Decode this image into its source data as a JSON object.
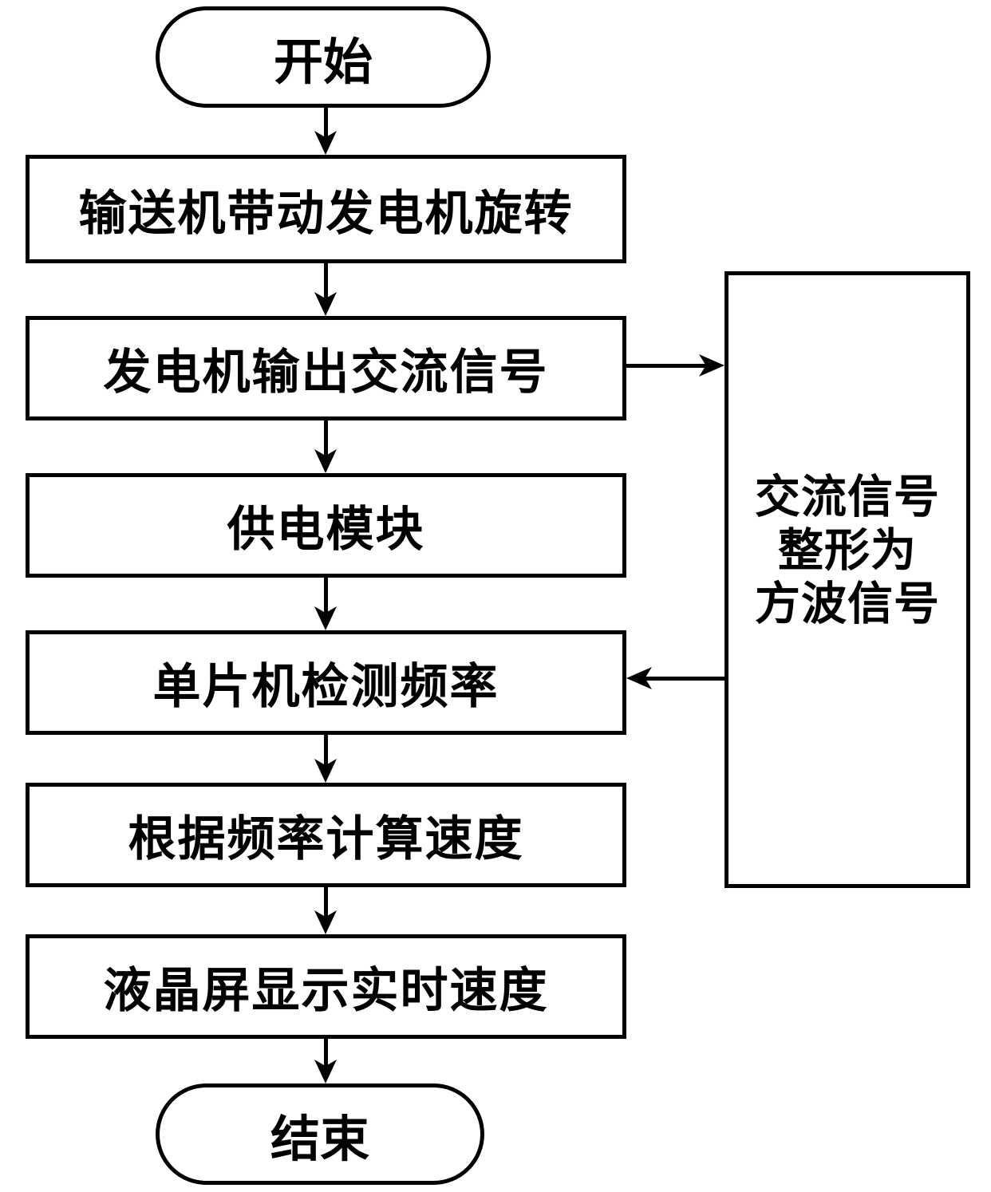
{
  "diagram": {
    "type": "flowchart",
    "colors": {
      "line": "#000000",
      "node_fill": "#ffffff",
      "background": "#ffffff",
      "text": "#000000"
    },
    "nodes": {
      "start": {
        "shape": "terminator",
        "label": "开始"
      },
      "step1": {
        "shape": "process",
        "label": "输送机带动发电机旋转"
      },
      "step2": {
        "shape": "process",
        "label": "发电机输出交流信号"
      },
      "step3": {
        "shape": "process",
        "label": "供电模块"
      },
      "step4": {
        "shape": "process",
        "label": "单片机检测频率"
      },
      "step5": {
        "shape": "process",
        "label": "根据频率计算速度"
      },
      "step6": {
        "shape": "process",
        "label": "液晶屏显示实时速度"
      },
      "shaping": {
        "shape": "process",
        "label": "交流信号整形为方波信号",
        "lines": [
          "交流信号",
          "整形为",
          "方波信号"
        ]
      },
      "end": {
        "shape": "terminator",
        "label": "结束"
      }
    },
    "edges": [
      {
        "from": "start",
        "to": "step1",
        "direction": "down"
      },
      {
        "from": "step1",
        "to": "step2",
        "direction": "down"
      },
      {
        "from": "step2",
        "to": "shaping",
        "direction": "right"
      },
      {
        "from": "step2",
        "to": "step3",
        "direction": "down"
      },
      {
        "from": "step3",
        "to": "step4",
        "direction": "down"
      },
      {
        "from": "shaping",
        "to": "step4",
        "direction": "left"
      },
      {
        "from": "step4",
        "to": "step5",
        "direction": "down"
      },
      {
        "from": "step5",
        "to": "step6",
        "direction": "down"
      },
      {
        "from": "step6",
        "to": "end",
        "direction": "down"
      }
    ]
  }
}
